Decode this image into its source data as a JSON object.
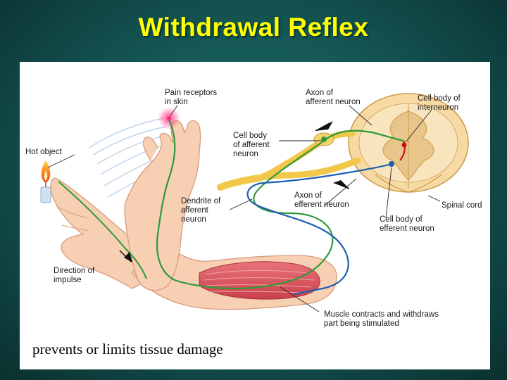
{
  "slide": {
    "title": "Withdrawal Reflex",
    "caption": "prevents or limits tissue damage"
  },
  "labels": {
    "pain_receptors": [
      "Pain receptors",
      "in skin"
    ],
    "hot_object": "Hot object",
    "axon_afferent": [
      "Axon of",
      "afferent neuron"
    ],
    "cell_body_interneuron": [
      "Cell body of",
      "interneuron"
    ],
    "cell_body_afferent": [
      "Cell body",
      "of afferent",
      "neuron"
    ],
    "dendrite_afferent": [
      "Dendrite of",
      "afferent",
      "neuron"
    ],
    "axon_efferent": [
      "Axon of",
      "efferent neuron"
    ],
    "spinal_cord": "Spinal cord",
    "cell_body_efferent": [
      "Cell body of",
      "efferent neuron"
    ],
    "direction_impulse": [
      "Direction of",
      "impulse"
    ],
    "muscle_contracts": [
      "Muscle contracts and withdraws",
      "part being stimulated"
    ]
  },
  "colors": {
    "title": "#ffff00",
    "afferent_neuron": "#2e9a3a",
    "efferent_neuron": "#1f5fb0",
    "interneuron": "#c0141b",
    "skin": "#f3c6a4",
    "muscle": "#d9555e",
    "nerve": "#f2c84b"
  }
}
